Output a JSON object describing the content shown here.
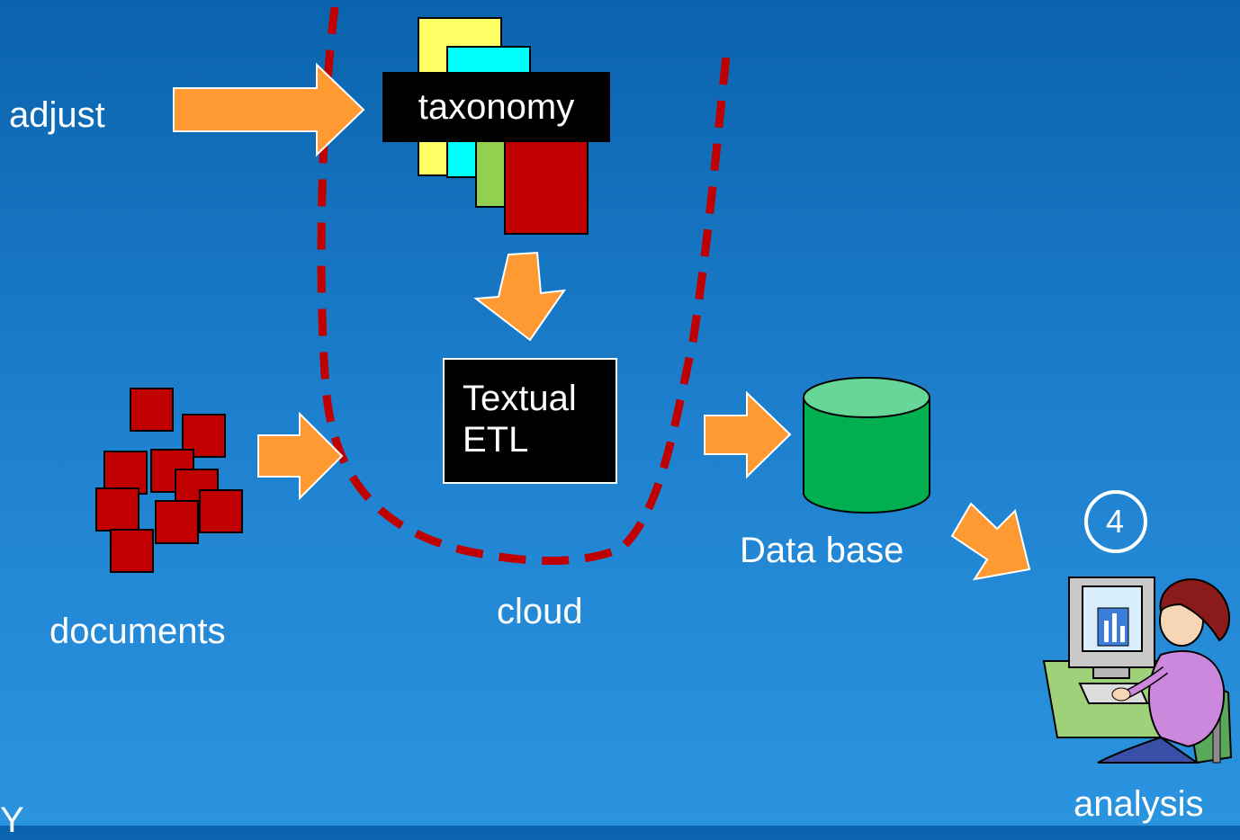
{
  "labels": {
    "adjust": "adjust",
    "taxonomy": "taxonomy",
    "textual_line1": "Textual",
    "textual_line2": "ETL",
    "database": "Data base",
    "documents": "documents",
    "cloud": "cloud",
    "step_number": "4",
    "analysis": "analysis",
    "caption": "Y"
  },
  "colors": {
    "arrow": "#ff9a33",
    "dashed_line": "#c00000",
    "document": "#c00000",
    "sheet_yellow": "#ffff66",
    "sheet_cyan": "#00ffff",
    "sheet_green": "#92d050",
    "sheet_red": "#c00000",
    "database": "#00b050",
    "database_top": "#66d699"
  },
  "icons": {
    "person": "person-at-computer-icon",
    "database": "database-cylinder-icon",
    "documents": "documents-stack-icon"
  }
}
